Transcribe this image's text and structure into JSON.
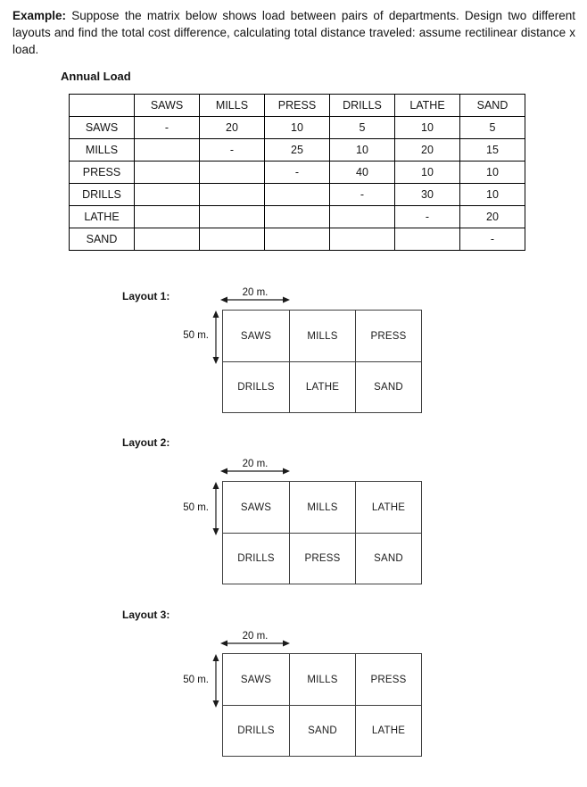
{
  "intro": {
    "label": "Example:",
    "text": " Suppose the matrix below shows load between pairs of departments. Design two different layouts and find the total cost difference, calculating total distance traveled: assume rectilinear distance x load."
  },
  "table": {
    "title": "Annual Load",
    "columns": [
      "",
      "SAWS",
      "MILLS",
      "PRESS",
      "DRILLS",
      "LATHE",
      "SAND"
    ],
    "rows": [
      {
        "header": "SAWS",
        "cells": [
          "-",
          "20",
          "10",
          "5",
          "10",
          "5"
        ]
      },
      {
        "header": "MILLS",
        "cells": [
          "",
          "-",
          "25",
          "10",
          "20",
          "15"
        ]
      },
      {
        "header": "PRESS",
        "cells": [
          "",
          "",
          "-",
          "40",
          "10",
          "10"
        ]
      },
      {
        "header": "DRILLS",
        "cells": [
          "",
          "",
          "",
          "-",
          "30",
          "10"
        ]
      },
      {
        "header": "LATHE",
        "cells": [
          "",
          "",
          "",
          "",
          "-",
          "20"
        ]
      },
      {
        "header": "SAND",
        "cells": [
          "",
          "",
          "",
          "",
          "",
          "-"
        ]
      }
    ]
  },
  "layouts": [
    {
      "label": "Layout 1:",
      "width_label": "20 m.",
      "height_label": "50 m.",
      "rows": [
        [
          "SAWS",
          "MILLS",
          "PRESS"
        ],
        [
          "DRILLS",
          "LATHE",
          "SAND"
        ]
      ]
    },
    {
      "label": "Layout 2:",
      "width_label": "20 m.",
      "height_label": "50 m.",
      "rows": [
        [
          "SAWS",
          "MILLS",
          "LATHE"
        ],
        [
          "DRILLS",
          "PRESS",
          "SAND"
        ]
      ]
    },
    {
      "label": "Layout 3:",
      "width_label": "20 m.",
      "height_label": "50 m.",
      "rows": [
        [
          "SAWS",
          "MILLS",
          "PRESS"
        ],
        [
          "DRILLS",
          "SAND",
          "LATHE"
        ]
      ]
    }
  ]
}
